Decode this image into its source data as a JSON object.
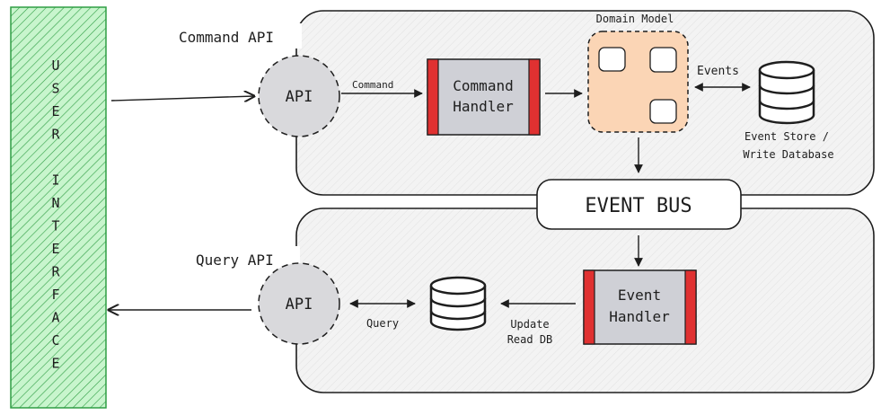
{
  "user_interface": {
    "letters": [
      "U",
      "S",
      "E",
      "R",
      "",
      "I",
      "N",
      "T",
      "E",
      "R",
      "F",
      "A",
      "C",
      "E"
    ]
  },
  "command_side": {
    "title": "Command API",
    "api_label": "API",
    "command_label": "Command",
    "handler_line1": "Command",
    "handler_line2": "Handler",
    "domain_model_label": "Domain Model",
    "events_label": "Events",
    "store_line1": "Event Store /",
    "store_line2": "Write Database"
  },
  "event_bus": {
    "label": "EVENT BUS"
  },
  "query_side": {
    "title": "Query API",
    "api_label": "API",
    "query_label": "Query",
    "update_line1": "Update",
    "update_line2": "Read DB",
    "handler_line1": "Event",
    "handler_line2": "Handler"
  },
  "colors": {
    "ui_fill": "#b2f2bb",
    "ui_hatch": "#2f9e44",
    "panel_fill": "#f1f1f1",
    "api_fill": "#d9d9dc",
    "handler_fill": "#cfd0d6",
    "handler_side": "#e03131",
    "domain_fill": "#fbd5b5",
    "stroke": "#1e1e1e"
  }
}
